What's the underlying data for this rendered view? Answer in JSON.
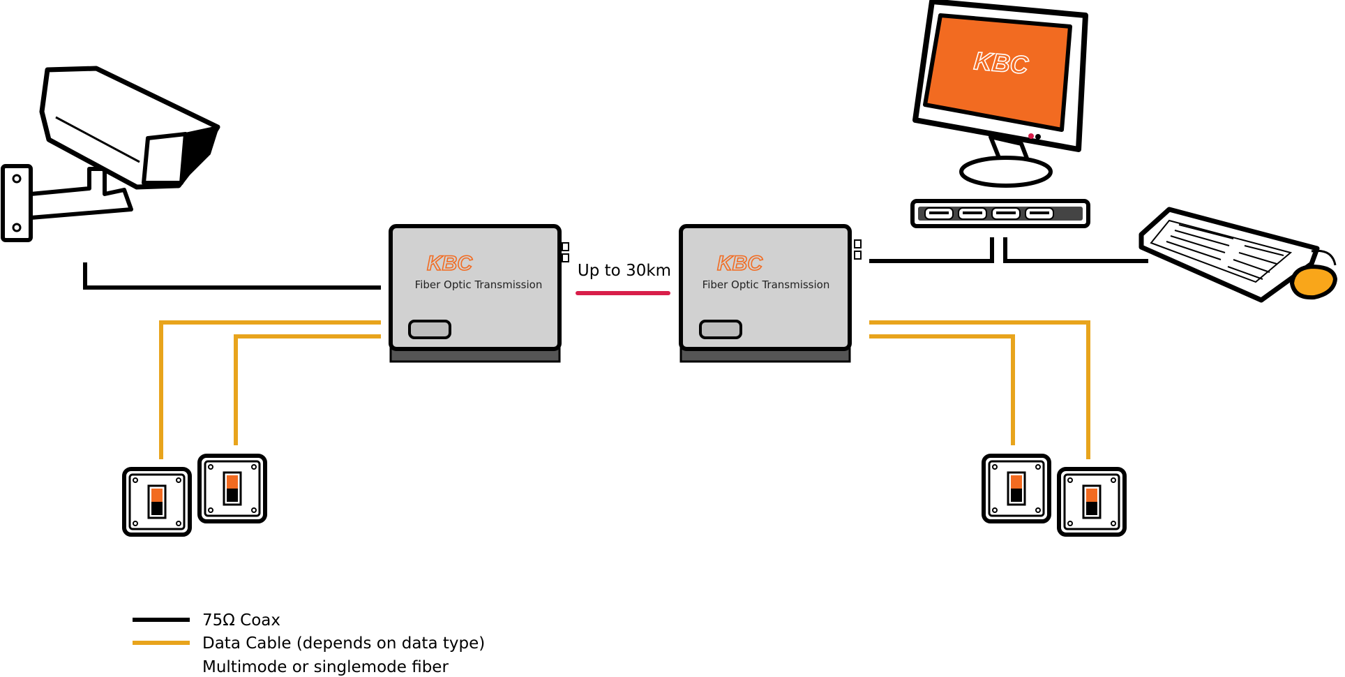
{
  "brand": "KBC",
  "units": {
    "left_label": "Fiber Optic Transmission",
    "right_label": "Fiber Optic Transmission"
  },
  "link": {
    "distance_label": "Up to 30km"
  },
  "monitor": {
    "brand": "KBC"
  },
  "legend": {
    "coax": "75Ω Coax",
    "data": "Data Cable (depends on data type)",
    "fiber": "Multimode or singlemode fiber"
  },
  "colors": {
    "coax": "#000000",
    "data": "#E8A41C",
    "fiber": "#D81E4A",
    "accent": "#F26B21",
    "unit_body": "#D1D1D1"
  },
  "icons": {
    "camera": "cctv-camera-icon",
    "monitor": "monitor-icon",
    "switch": "network-switch-icon",
    "keyboard": "keyboard-icon",
    "mouse": "mouse-icon",
    "wall_switch": "wall-switch-icon"
  }
}
